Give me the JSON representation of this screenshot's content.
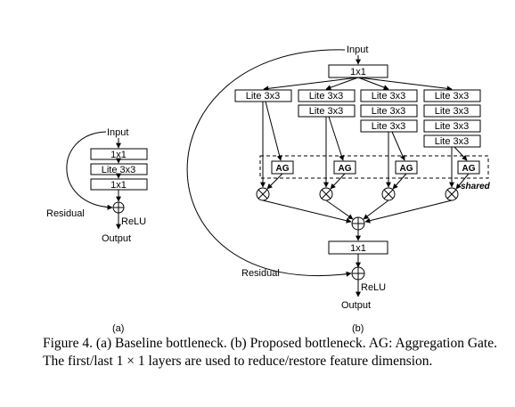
{
  "diagram_a": {
    "input": "Input",
    "layers": [
      "1x1",
      "Lite 3x3",
      "1x1"
    ],
    "residual": "Residual",
    "relu": "ReLU",
    "output": "Output",
    "sublabel": "(a)"
  },
  "diagram_b": {
    "input": "Input",
    "top_layer": "1x1",
    "branches": [
      [
        "Lite 3x3"
      ],
      [
        "Lite 3x3",
        "Lite 3x3"
      ],
      [
        "Lite 3x3",
        "Lite 3x3",
        "Lite 3x3"
      ],
      [
        "Lite 3x3",
        "Lite 3x3",
        "Lite 3x3",
        "Lite 3x3"
      ]
    ],
    "gate_label": "AG",
    "shared_label": "shared",
    "bottom_layer": "1x1",
    "residual": "Residual",
    "relu": "ReLU",
    "output": "Output",
    "sublabel": "(b)"
  },
  "caption": "Figure 4. (a) Baseline bottleneck. (b) Proposed bottleneck. AG: Aggregation Gate. The first/last 1 × 1 layers are used to reduce/restore feature dimension."
}
